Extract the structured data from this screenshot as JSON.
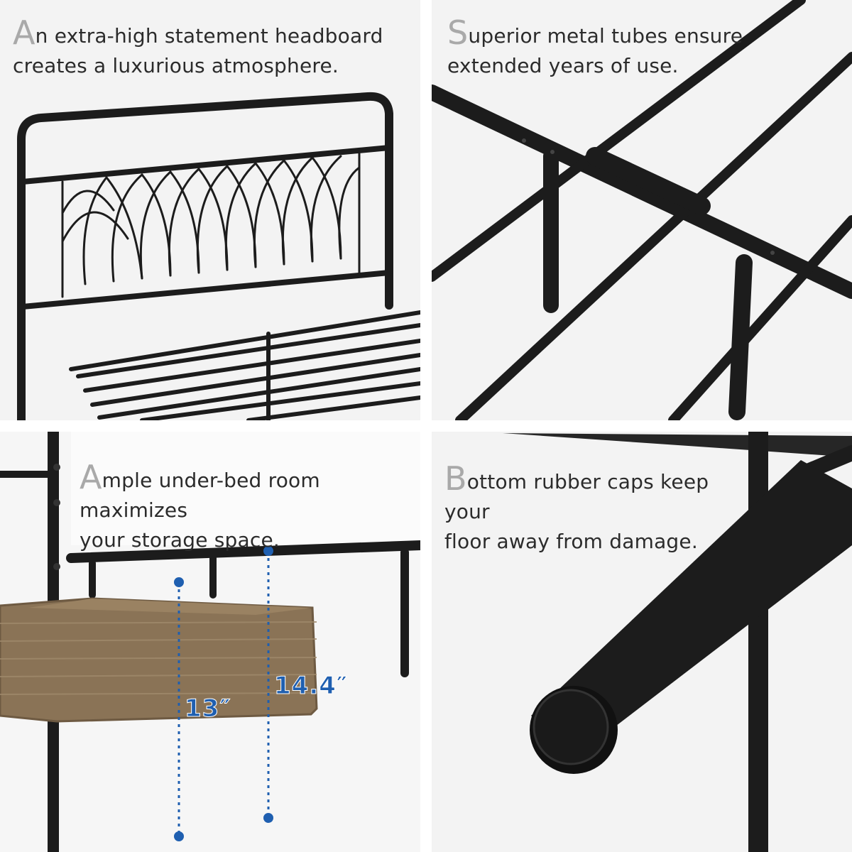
{
  "panels": [
    {
      "cap_letter": "A",
      "cap_rest": "n extra-high statement headboard",
      "line2": "creates a luxurious atmosphere."
    },
    {
      "cap_letter": "S",
      "cap_rest": "uperior metal tubes ensure",
      "line2": "extended years of use."
    },
    {
      "cap_letter": "A",
      "cap_rest": "mple under-bed room maximizes",
      "line2": "your storage space."
    },
    {
      "cap_letter": "B",
      "cap_rest": "ottom rubber caps keep your",
      "line2": "floor away from damage."
    }
  ],
  "measurements": {
    "short": "13″",
    "tall": "14.4″"
  },
  "colors": {
    "frame": "#1c1c1c",
    "background": "#f2f2f2",
    "accent": "#1f5fb0",
    "basket": "#8a7356",
    "cap_letter": "#a9a9a9"
  }
}
